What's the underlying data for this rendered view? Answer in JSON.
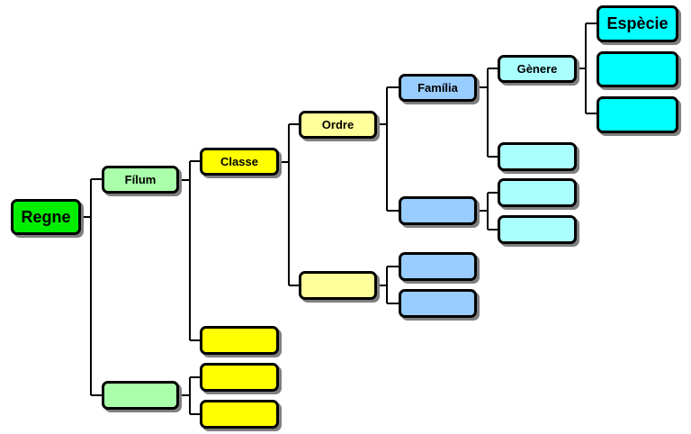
{
  "colors": {
    "regne": "#00ee00",
    "filum": "#aaffaa",
    "classe": "#ffff00",
    "ordre": "#ffff99",
    "familia": "#99ccff",
    "genere": "#aaffff",
    "especie": "#00ffff",
    "connector": "#000000"
  },
  "tree": {
    "regne": {
      "label": "Regne"
    },
    "filum": [
      {
        "label": "Fílum"
      },
      {
        "label": ""
      }
    ],
    "classe": [
      {
        "label": "Classe"
      },
      {
        "label": ""
      },
      {
        "label": ""
      },
      {
        "label": ""
      }
    ],
    "ordre": [
      {
        "label": "Ordre"
      },
      {
        "label": ""
      }
    ],
    "familia": [
      {
        "label": "Família"
      },
      {
        "label": ""
      },
      {
        "label": ""
      },
      {
        "label": ""
      }
    ],
    "genere": [
      {
        "label": "Gènere"
      },
      {
        "label": ""
      },
      {
        "label": ""
      },
      {
        "label": ""
      }
    ],
    "especie": [
      {
        "label": "Espècie"
      },
      {
        "label": ""
      },
      {
        "label": ""
      }
    ]
  }
}
